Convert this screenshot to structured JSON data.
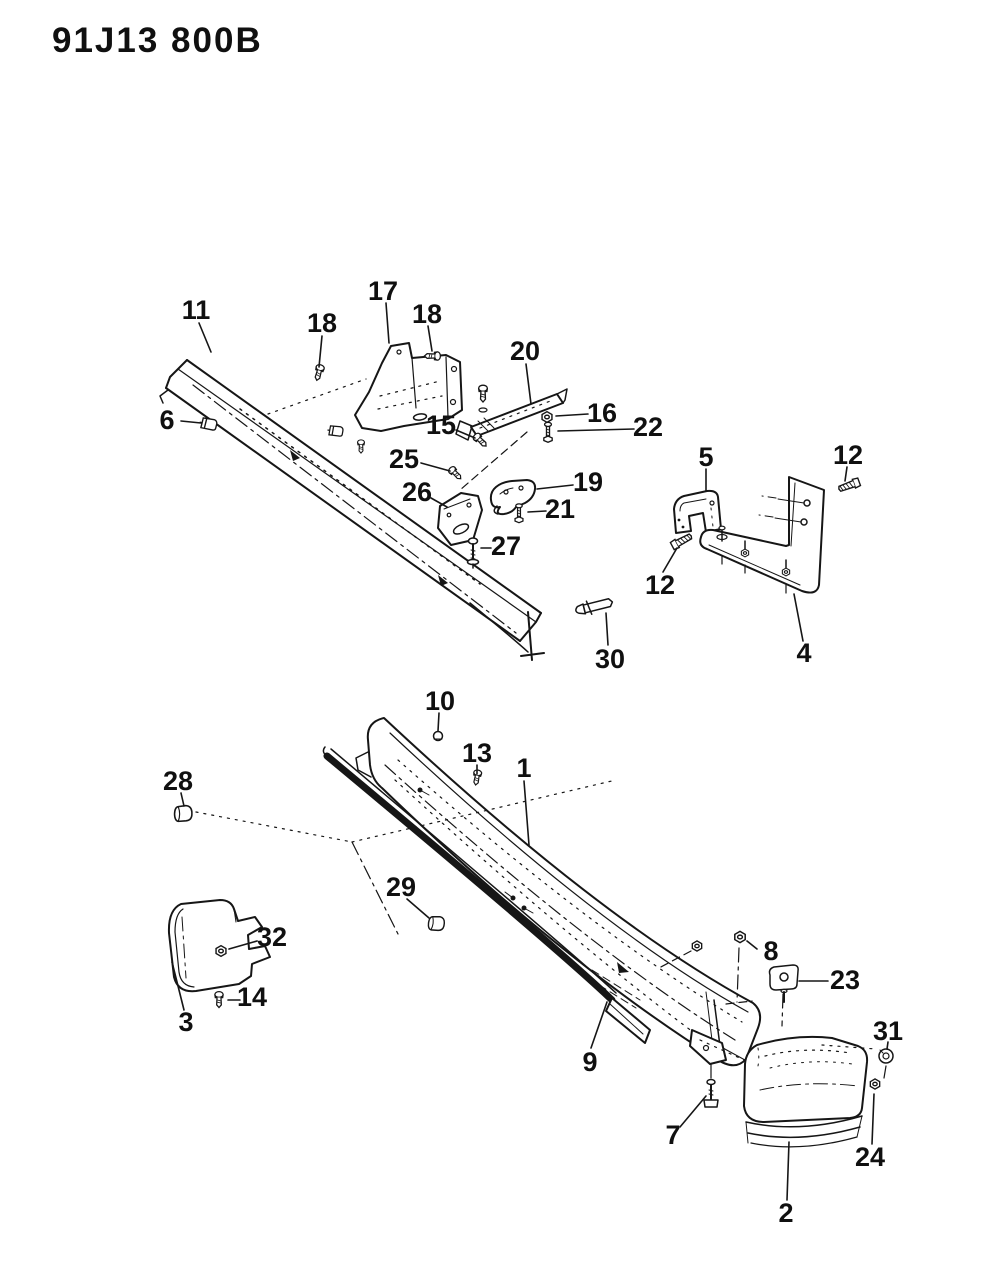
{
  "title": "91J13 800B",
  "colors": {
    "ink": "#161616",
    "paper": "#ffffff"
  },
  "diagram": {
    "type": "exploded-parts-diagram",
    "subject": "bumper assembly"
  },
  "callouts": [
    {
      "label": "11"
    },
    {
      "label": "18"
    },
    {
      "label": "17"
    },
    {
      "label": "18"
    },
    {
      "label": "20"
    },
    {
      "label": "6"
    },
    {
      "label": "15"
    },
    {
      "label": "16"
    },
    {
      "label": "22"
    },
    {
      "label": "25"
    },
    {
      "label": "26"
    },
    {
      "label": "19"
    },
    {
      "label": "21"
    },
    {
      "label": "27"
    },
    {
      "label": "5"
    },
    {
      "label": "12"
    },
    {
      "label": "12"
    },
    {
      "label": "4"
    },
    {
      "label": "30"
    },
    {
      "label": "10"
    },
    {
      "label": "13"
    },
    {
      "label": "1"
    },
    {
      "label": "28"
    },
    {
      "label": "29"
    },
    {
      "label": "32"
    },
    {
      "label": "3"
    },
    {
      "label": "14"
    },
    {
      "label": "9"
    },
    {
      "label": "8"
    },
    {
      "label": "23"
    },
    {
      "label": "31"
    },
    {
      "label": "7"
    },
    {
      "label": "24"
    },
    {
      "label": "2"
    }
  ]
}
